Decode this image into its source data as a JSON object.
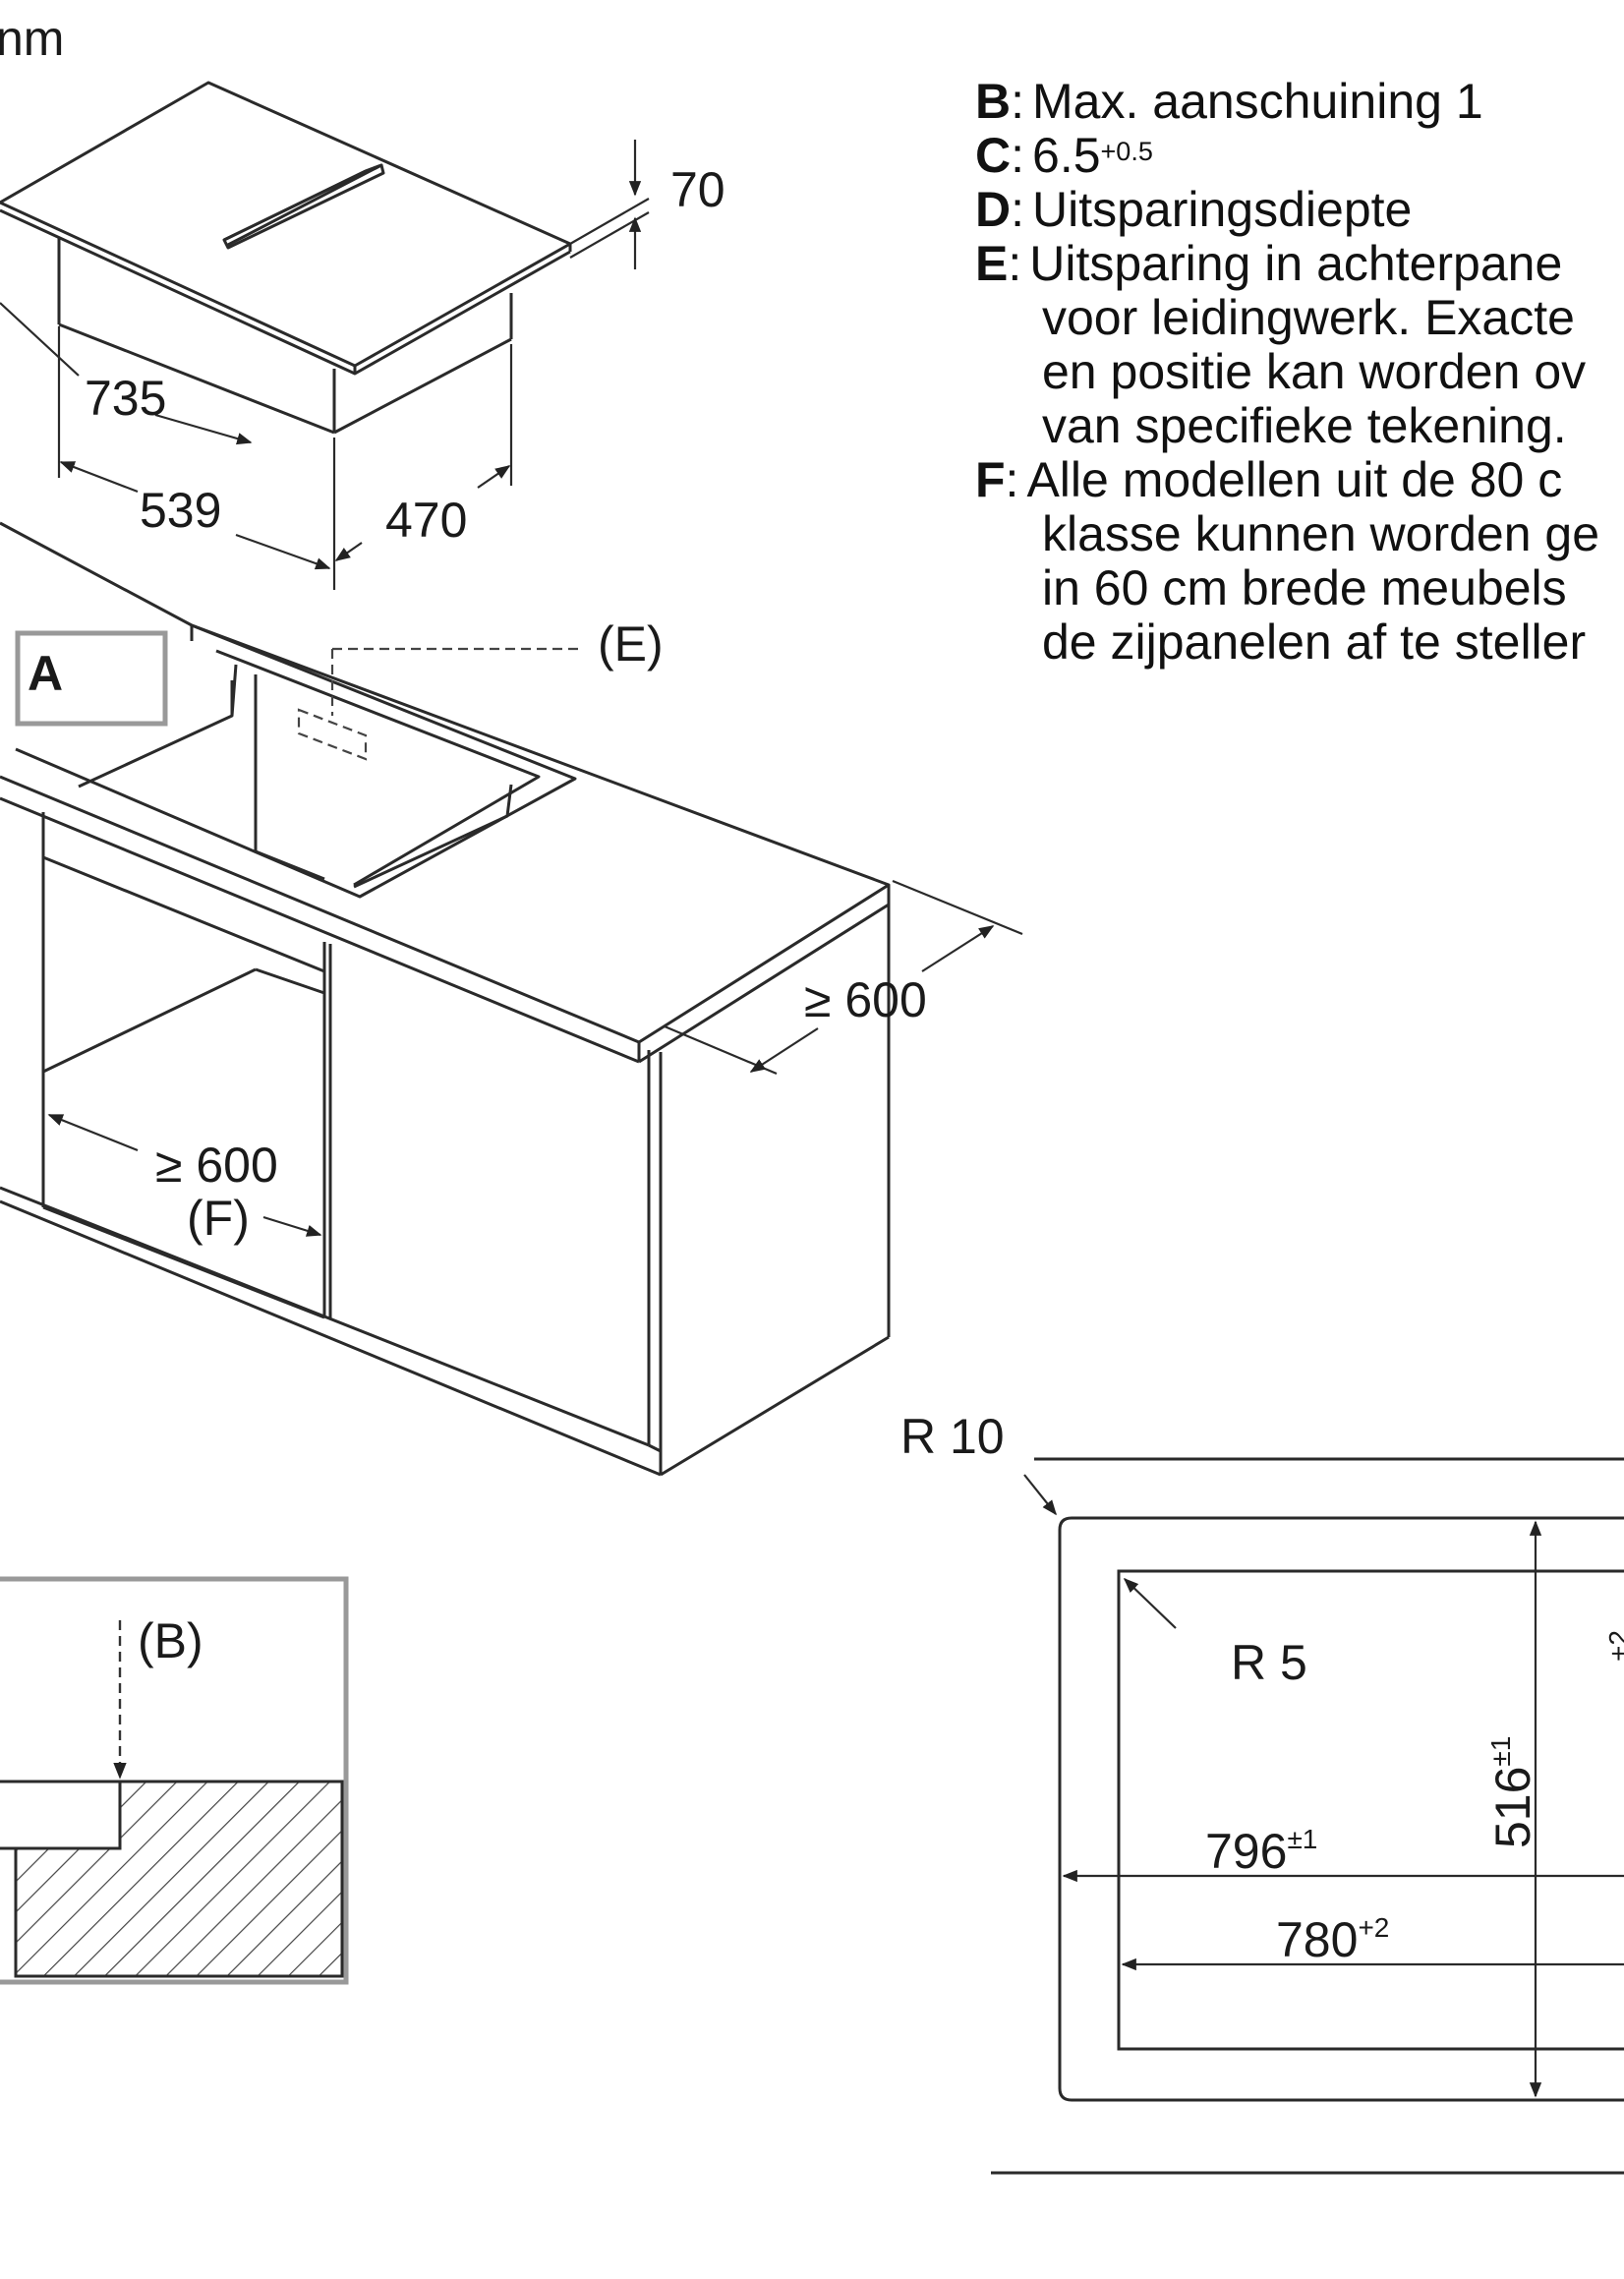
{
  "unit_label": "nm",
  "legend": [
    {
      "key": "B",
      "text": "Max. aanschuining 1"
    },
    {
      "key": "C",
      "text": "6.5",
      "sup": "+0.5"
    },
    {
      "key": "D",
      "text": "Uitsparingsdiepte"
    },
    {
      "key": "E",
      "lines": [
        "Uitsparing in achterpane",
        "voor leidingwerk. Exacte",
        "en positie kan worden ov",
        "van specifieke tekening."
      ]
    },
    {
      "key": "F",
      "lines": [
        "Alle modellen uit de 80 c",
        "klasse kunnen worden ge",
        "in 60 cm brede meubels",
        "de zijpanelen af te steller"
      ]
    }
  ],
  "hob_dims": {
    "height": "70",
    "width": "735",
    "cut_width": "539",
    "depth": "470"
  },
  "cabinet": {
    "marker_a": "A",
    "ref_e": "(E)",
    "depth_min": "≥ 600",
    "width_min": "≥ 600",
    "ref_f": "(F)"
  },
  "detail": {
    "ref_b": "(B)"
  },
  "cutout": {
    "outer_radius": "R 10",
    "inner_radius": "R 5",
    "dim_516": "516",
    "dim_516_tol": "±1",
    "dim_796": "796",
    "dim_796_tol": "±1",
    "dim_780": "780",
    "dim_780_tol": "+2",
    "dim_right_partial": "+2"
  }
}
